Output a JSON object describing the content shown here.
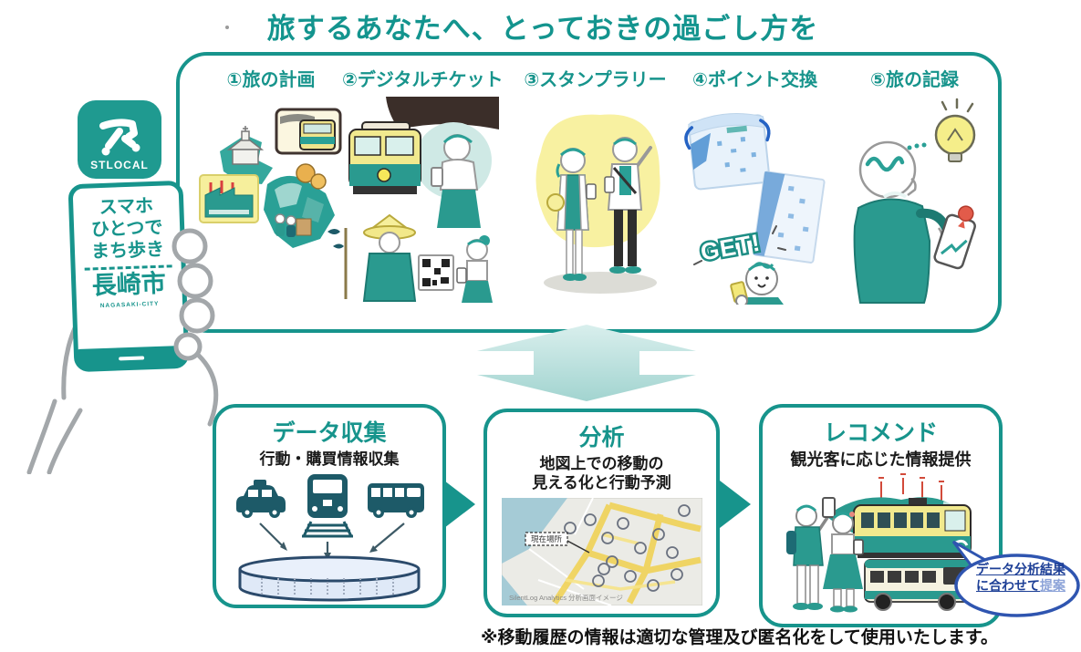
{
  "title": "旅するあなたへ、とっておきの過ごし方を",
  "app_badge": {
    "name": "STLOCAL",
    "phone_line1": "スマホ",
    "phone_line2": "ひとつで",
    "phone_line3": "まち歩き",
    "city": "長崎市",
    "city_en": "NAGASAKI-CITY"
  },
  "steps": [
    {
      "label": "①旅の計画"
    },
    {
      "label": "②デジタルチケット"
    },
    {
      "label": "③スタンプラリー"
    },
    {
      "label": "④ポイント交換",
      "badge": "GET!"
    },
    {
      "label": "⑤旅の記録"
    }
  ],
  "pipeline": {
    "collect": {
      "title": "データ収集",
      "subtitle": "行動・購買情報収集"
    },
    "analyze": {
      "title": "分析",
      "subtitle_line1": "地図上での移動の",
      "subtitle_line2": "見える化と行動予測",
      "map_label": "現在場所",
      "map_caption": "SilentLog Analytics 分析画面イメージ"
    },
    "recommend": {
      "title": "レコメンド",
      "subtitle": "観光客に応じた情報提供"
    }
  },
  "speech_bubble": {
    "line1": "データ分析結果",
    "line2_strong": "に合わせて",
    "line2_light": "提案"
  },
  "footnote": "※移動履歴の情報は適切な管理及び匿名化をして使用いたします。",
  "colors": {
    "teal": "#17948c",
    "dark_teal_icon": "#1d5a68",
    "highlight_yellow": "#f8f1a1",
    "bubble_border_blue": "#2f55b0",
    "bubble_text_blue": "#1d3f96"
  }
}
